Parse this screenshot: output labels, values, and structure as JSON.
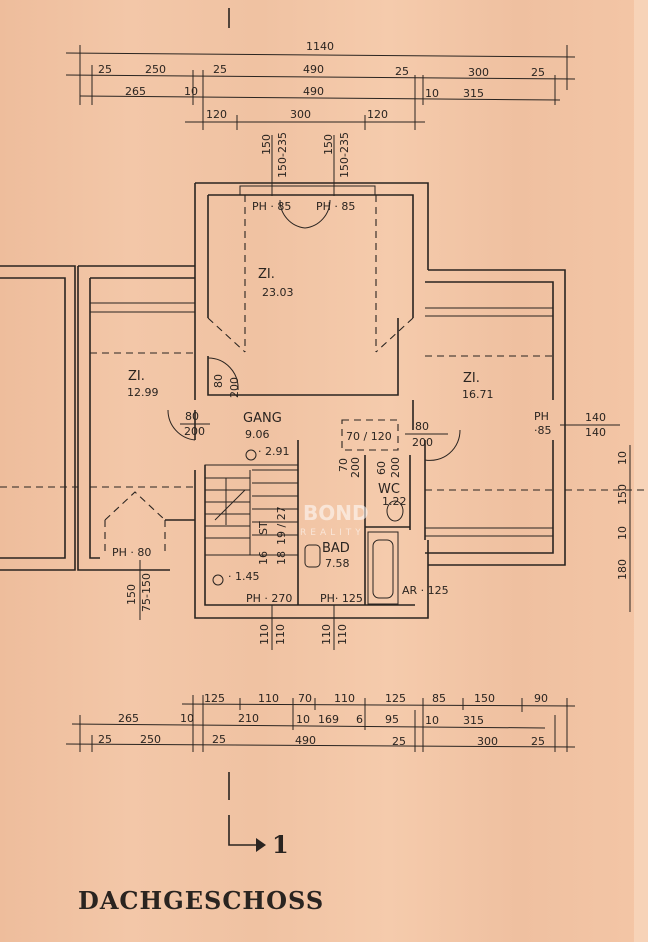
{
  "title": "DACHGESCHOSS",
  "section_marker": "1",
  "watermark": {
    "brand": "BOND",
    "sub": "REALITY"
  },
  "dims_top": {
    "row1": [
      "1140"
    ],
    "row2": [
      "25",
      "250",
      "25",
      "490",
      "25",
      "300",
      "25"
    ],
    "row3": [
      "265",
      "10",
      "490",
      "10",
      "315"
    ],
    "row4": [
      "120",
      "300",
      "120"
    ],
    "windows": [
      "150",
      "150-235",
      "150",
      "150-235"
    ]
  },
  "dims_bottom": {
    "row1": [
      "125",
      "110",
      "70",
      "110",
      "125",
      "85",
      "150",
      "90"
    ],
    "row2": [
      "265",
      "10",
      "210",
      "10",
      "169",
      "6",
      "95",
      "10",
      "315"
    ],
    "row3": [
      "25",
      "250",
      "25",
      "490",
      "25",
      "300",
      "25"
    ],
    "windows": [
      "110",
      "110",
      "110",
      "110"
    ]
  },
  "dims_right": {
    "window": [
      "140",
      "140"
    ],
    "vertical": [
      "10",
      "150",
      "10",
      "180"
    ]
  },
  "dims_left": {
    "window": [
      "150",
      "75-150"
    ]
  },
  "rooms": [
    {
      "name": "ZI.",
      "area": "23.03"
    },
    {
      "name": "ZI.",
      "area": "12.99"
    },
    {
      "name": "ZI.",
      "area": "16.71"
    },
    {
      "name": "GANG",
      "area": "9.06"
    },
    {
      "name": "BAD",
      "area": "7.58"
    },
    {
      "name": "WC",
      "area": "1.22"
    }
  ],
  "labels": {
    "ph_top1": "PH · 85",
    "ph_top2": "PH · 85",
    "ph_left": "PH · 80",
    "ph_right1": "PH",
    "ph_right2": "·85",
    "ph_stair": "PH · 270",
    "ph_bad": "PH· 125",
    "ar": "AR · 125",
    "lvl1": "· 2.91",
    "lvl2": "· 1.45",
    "door_gang_l": [
      "80",
      "200"
    ],
    "door_gang_r": [
      "80",
      "200"
    ],
    "door_zi": [
      "80",
      "200"
    ],
    "door_bad": [
      "70",
      "200"
    ],
    "door_wc": [
      "60",
      "200"
    ],
    "hatch": "70 / 120",
    "stair": [
      "ST",
      "16",
      "18",
      "19 / 27"
    ]
  }
}
